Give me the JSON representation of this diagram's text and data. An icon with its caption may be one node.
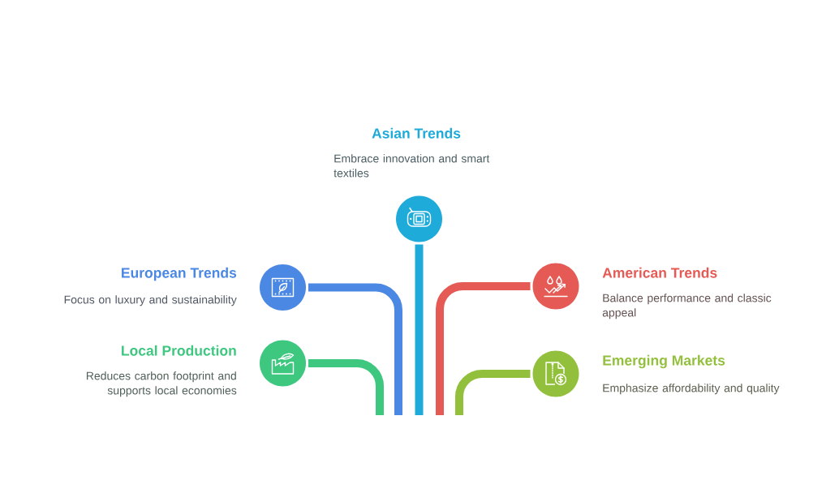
{
  "diagram": {
    "nodes": [
      {
        "text": [],
        "shape": "circle",
        "beside": [
          "Asian Trends",
          "Embrace innovation and smart textiles"
        ]
      },
      {
        "text": [],
        "shape": "circle",
        "beside": [
          "European Trends",
          "Focus on luxury and sustainability"
        ]
      },
      {
        "text": [],
        "shape": "circle",
        "beside": [
          "American Trends",
          "Balance performance and classic appeal"
        ]
      },
      {
        "text": [],
        "shape": "circle",
        "beside": [
          "Local Production",
          "Reduces carbon footprint and supports local economies"
        ]
      },
      {
        "text": [],
        "shape": "circle",
        "beside": [
          "Emerging Markets",
          "Emphasize affordability and quality"
        ]
      }
    ],
    "edges": [
      {
        "from": null,
        "to": 0,
        "arrow": "none",
        "color": "#1eabda"
      },
      {
        "from": null,
        "to": 1,
        "arrow": "none",
        "color": "#4a88e3"
      },
      {
        "from": null,
        "to": 2,
        "arrow": "none",
        "color": "#e55a55"
      },
      {
        "from": null,
        "to": 3,
        "arrow": "none",
        "color": "#3ec77f"
      },
      {
        "from": null,
        "to": 4,
        "arrow": "none",
        "color": "#93c03c"
      }
    ]
  }
}
